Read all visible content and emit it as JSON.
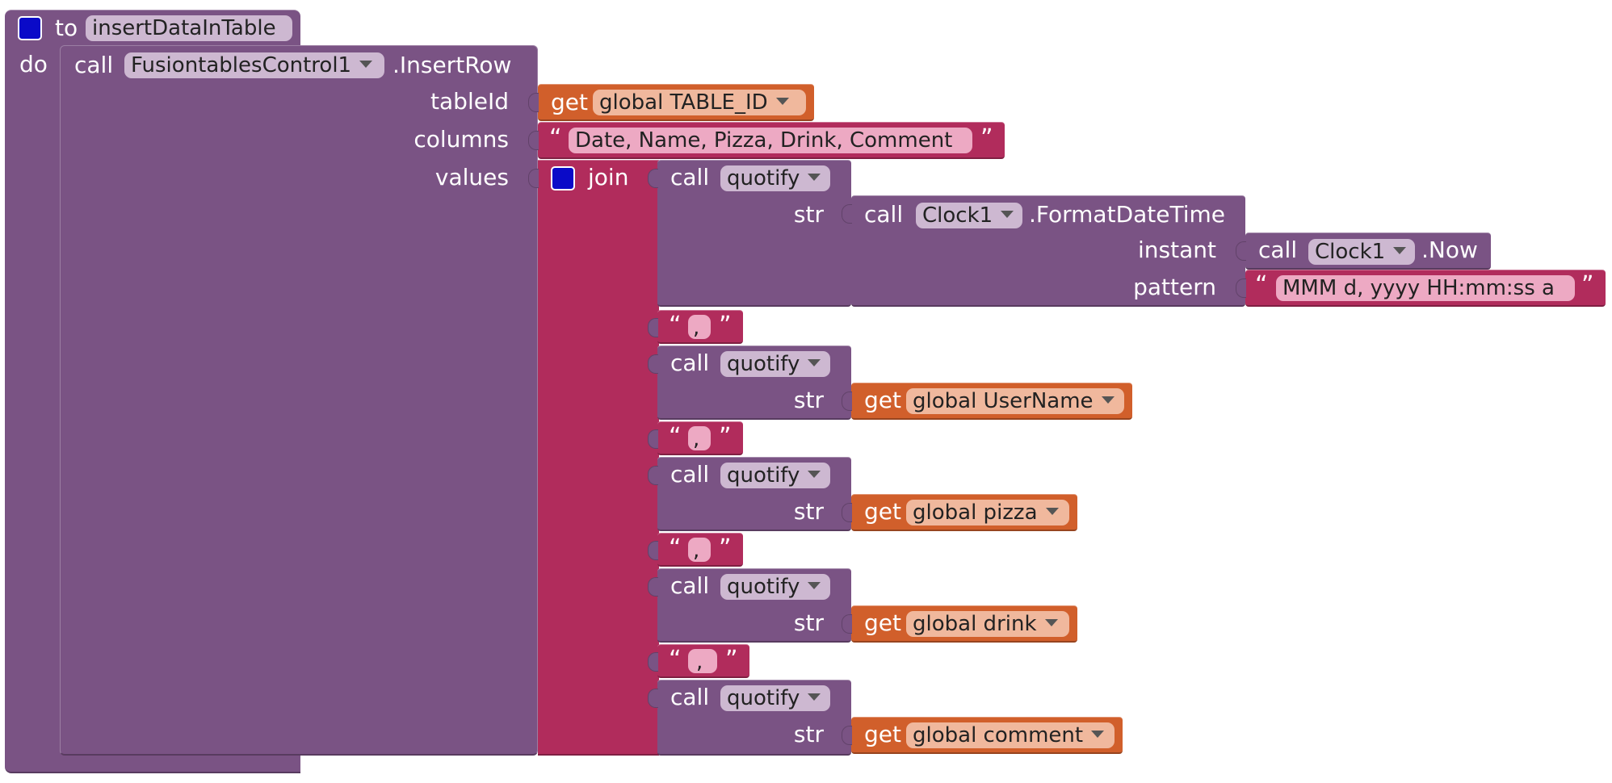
{
  "procedure": {
    "keyword_to": "to",
    "name": "insertDataInTable",
    "keyword_do": "do"
  },
  "insert_call": {
    "call": "call",
    "component": "FusiontablesControl1",
    "method": ".InsertRow",
    "param_table_id": "tableId",
    "param_columns": "columns",
    "param_values": "values"
  },
  "table_id_get": {
    "get": "get",
    "var": "global TABLE_ID"
  },
  "columns_text": {
    "open": "“",
    "value": "Date, Name, Pizza, Drink, Comment",
    "close": "”"
  },
  "join": {
    "label": "join"
  },
  "format_call": {
    "call": "call",
    "quotify": "quotify",
    "str": "str",
    "clock_call": "call",
    "clock_component": "Clock1",
    "clock_method": ".FormatDateTime",
    "instant": "instant",
    "pattern": "pattern",
    "now_call": "call",
    "now_component": "Clock1",
    "now_method": ".Now",
    "pattern_value": "MMM d, yyyy HH:mm:ss a"
  },
  "comma": {
    "value": ",",
    "open": "“",
    "close": "”"
  },
  "quotify_rows": [
    {
      "call": "call",
      "func": "quotify",
      "str": "str",
      "get": "get",
      "var": "global UserName"
    },
    {
      "call": "call",
      "func": "quotify",
      "str": "str",
      "get": "get",
      "var": "global pizza"
    },
    {
      "call": "call",
      "func": "quotify",
      "str": "str",
      "get": "get",
      "var": "global drink"
    },
    {
      "call": "call",
      "func": "quotify",
      "str": "str",
      "get": "get",
      "var": "global comment"
    }
  ],
  "colors": {
    "procedure": "#7a5384",
    "variable": "#d15f2b",
    "text": "#b12c5c",
    "mutator": "#0a0ac8"
  }
}
